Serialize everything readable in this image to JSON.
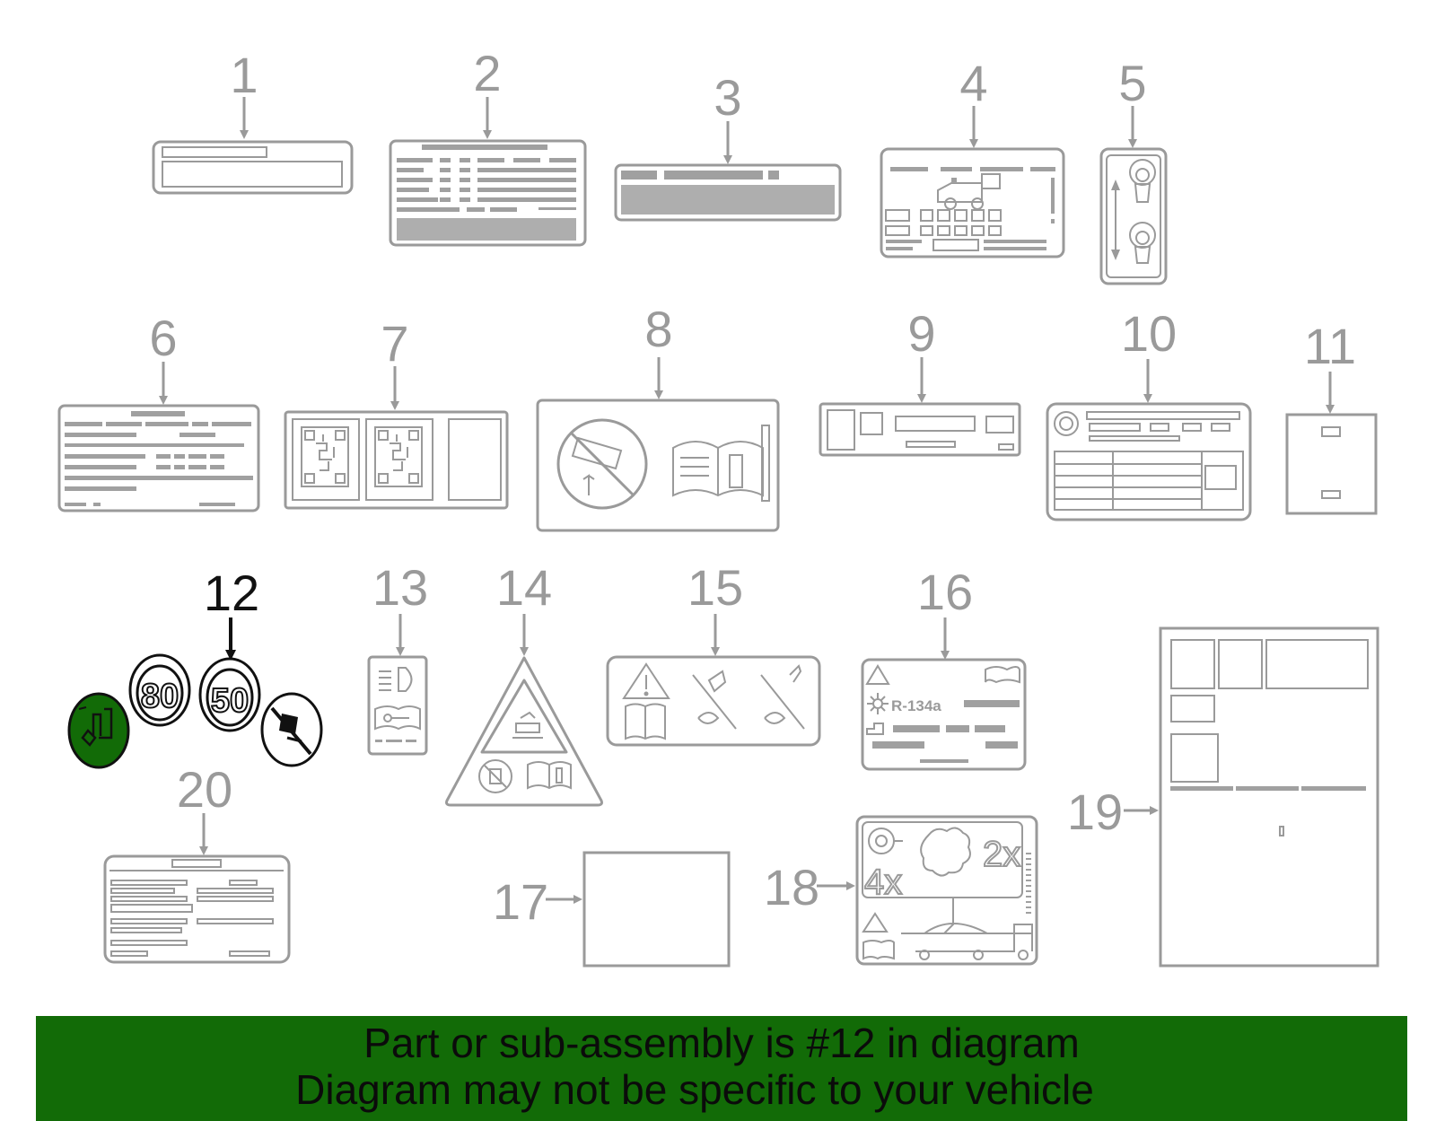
{
  "diagram": {
    "callouts": [
      "1",
      "2",
      "3",
      "4",
      "5",
      "6",
      "7",
      "8",
      "9",
      "10",
      "11",
      "12",
      "13",
      "14",
      "15",
      "16",
      "17",
      "18",
      "19",
      "20"
    ],
    "highlighted_callout": "12",
    "label_texts": {
      "speed_80": "80",
      "speed_50": "50",
      "refrigerant": "R-134a",
      "multiplier_4x": "4x",
      "multiplier_2x": "2x"
    }
  },
  "banner": {
    "line1": "Part or sub-assembly is #12 in diagram",
    "line2": "Diagram may not be specific to your vehicle",
    "color": "#126b07"
  },
  "colors": {
    "line_gray": "#9a9a9a",
    "highlight_green": "#126b07",
    "active_black": "#111111"
  }
}
